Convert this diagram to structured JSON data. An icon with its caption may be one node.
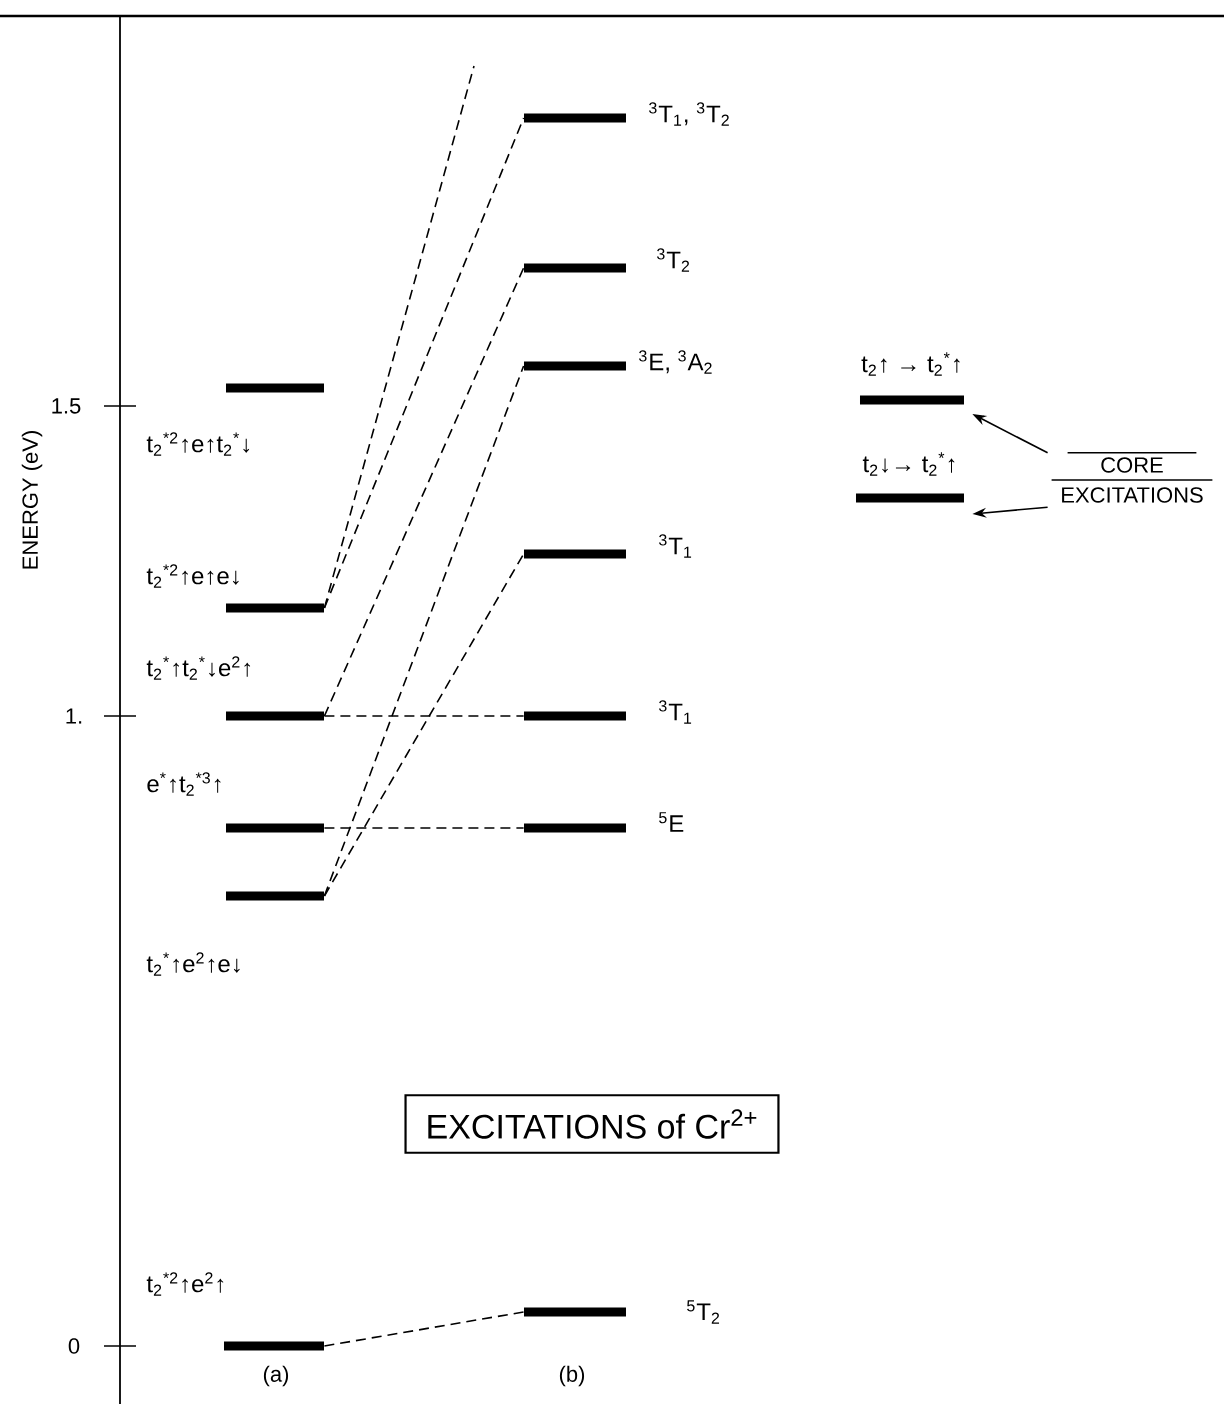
{
  "diagram": {
    "nodes": [
      {
        "text": [
          "t$_{2}$$^{*2}$↑e↑t$_{2}$$^{*}$↓"
        ]
      },
      {
        "text": [
          "t$_{2}$$^{*2}$↑e↑e↓"
        ]
      },
      {
        "text": [
          "t$_{2}$$^{*}$↑t$_{2}$$^{*}$↓e$^{2}$↑"
        ]
      },
      {
        "text": [
          "e$^{*}$↑t$_{2}$$^{*3}$↑"
        ]
      },
      {
        "text": [
          "t$_{2}$$^{*}$↑e$^{2}$↑e↓"
        ]
      },
      {
        "text": [
          "$^{3}$T$_{1}$, $^{3}$T$_{2}$"
        ]
      },
      {
        "text": [
          "$^{3}$T$_{2}$"
        ]
      },
      {
        "text": [
          "$^{3}$E, $^{3}$A$_{2}$"
        ]
      },
      {
        "text": [
          "$^{3}$T$_{1}$"
        ]
      },
      {
        "text": [
          "$^{3}$T$_{1}$"
        ]
      },
      {
        "text": [
          "$^{5}$E"
        ]
      },
      {
        "text": [
          "t$_{2}$↑ → t$_{2}$$^{*}$↑"
        ]
      },
      {
        "text": [
          "t$_{2}$↓→ t$_{2}$$^{*}$↑"
        ]
      },
      {
        "text": [
          "CORE EXCITATIONS"
        ]
      },
      {
        "text": [
          "EXCITATIONS of Cr$^{2+}$"
        ]
      },
      {
        "text": [
          "t$_{2}$$^{*2}$↑e$^{2}$↑"
        ]
      },
      {
        "text": [
          "$^{5}$T$_{2}$"
        ]
      }
    ],
    "edges": [
      {
        "from": 1,
        "to": 5,
        "arrow": "none",
        "style": "dashed"
      },
      {
        "from": 1,
        "to": null,
        "arrow": "none",
        "style": "dashed"
      },
      {
        "from": 2,
        "to": 6,
        "arrow": "none",
        "style": "dashed"
      },
      {
        "from": 4,
        "to": 7,
        "arrow": "none",
        "style": "dashed"
      },
      {
        "from": 4,
        "to": 8,
        "arrow": "none",
        "style": "dashed"
      },
      {
        "from": 2,
        "to": 9,
        "arrow": "none",
        "style": "dashed"
      },
      {
        "from": 3,
        "to": 10,
        "arrow": "none",
        "style": "dashed"
      },
      {
        "from": 15,
        "to": 16,
        "arrow": "none",
        "style": "dashed"
      },
      {
        "from": 13,
        "to": 11,
        "arrow": "to"
      },
      {
        "from": 13,
        "to": 12,
        "arrow": "to"
      }
    ],
    "labels": [
      "ENERGY (eV)",
      "1.5",
      "1.",
      "0",
      "(a)",
      "(b)"
    ]
  }
}
